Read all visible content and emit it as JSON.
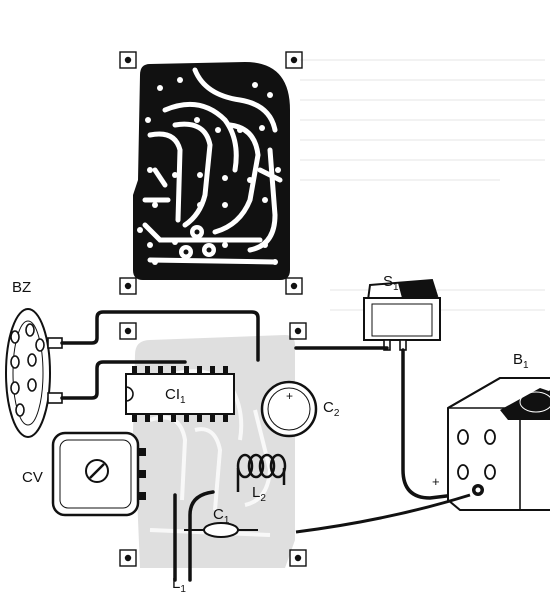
{
  "labels": {
    "bz": "BZ",
    "s1": "S",
    "s1_sub": "1",
    "b1": "B",
    "b1_sub": "1",
    "ci1": "CI",
    "ci1_sub": "1",
    "c2": "C",
    "c2_sub": "2",
    "cv": "CV",
    "l2": "L",
    "l2_sub": "2",
    "c1": "C",
    "c1_sub": "1",
    "l1": "L",
    "l1_sub": "1",
    "plus_c2": "+",
    "plus_b1": "+"
  },
  "colors": {
    "ink": "#111111",
    "board_shade": "#d4d4d4",
    "trace_faint": "#bdbdbd",
    "background": "#ffffff"
  }
}
